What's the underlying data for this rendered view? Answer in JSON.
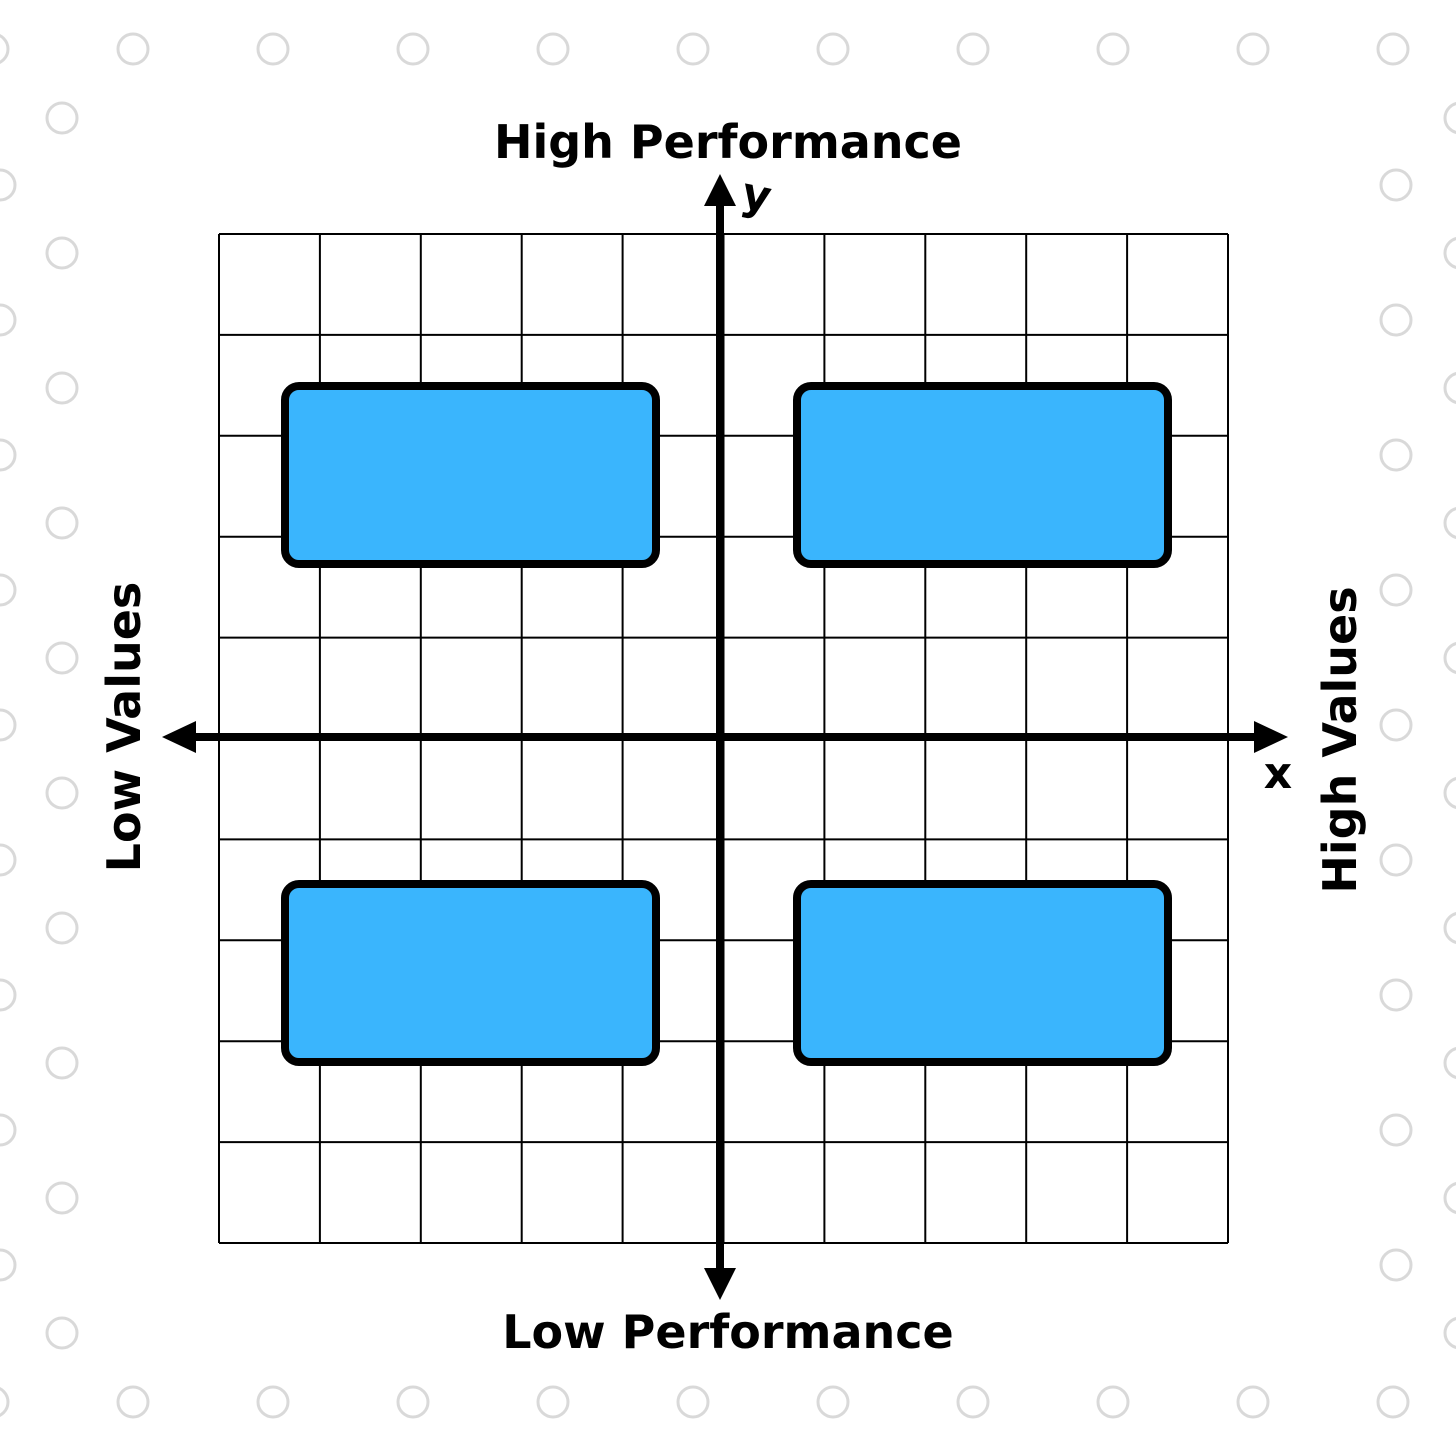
{
  "labels": {
    "top": "High Performance",
    "bottom": "Low Performance",
    "left": "Low Values",
    "right": "High Values",
    "y_axis": "y",
    "x_axis": "x"
  },
  "quadrants": [
    {
      "id": "top-left",
      "text": ""
    },
    {
      "id": "top-right",
      "text": ""
    },
    {
      "id": "bottom-left",
      "text": ""
    },
    {
      "id": "bottom-right",
      "text": ""
    }
  ],
  "colors": {
    "box_fill": "#3AB5FD",
    "stroke": "#000000",
    "background": "#FFFFFF",
    "border_circles": "#D9D9D9"
  }
}
